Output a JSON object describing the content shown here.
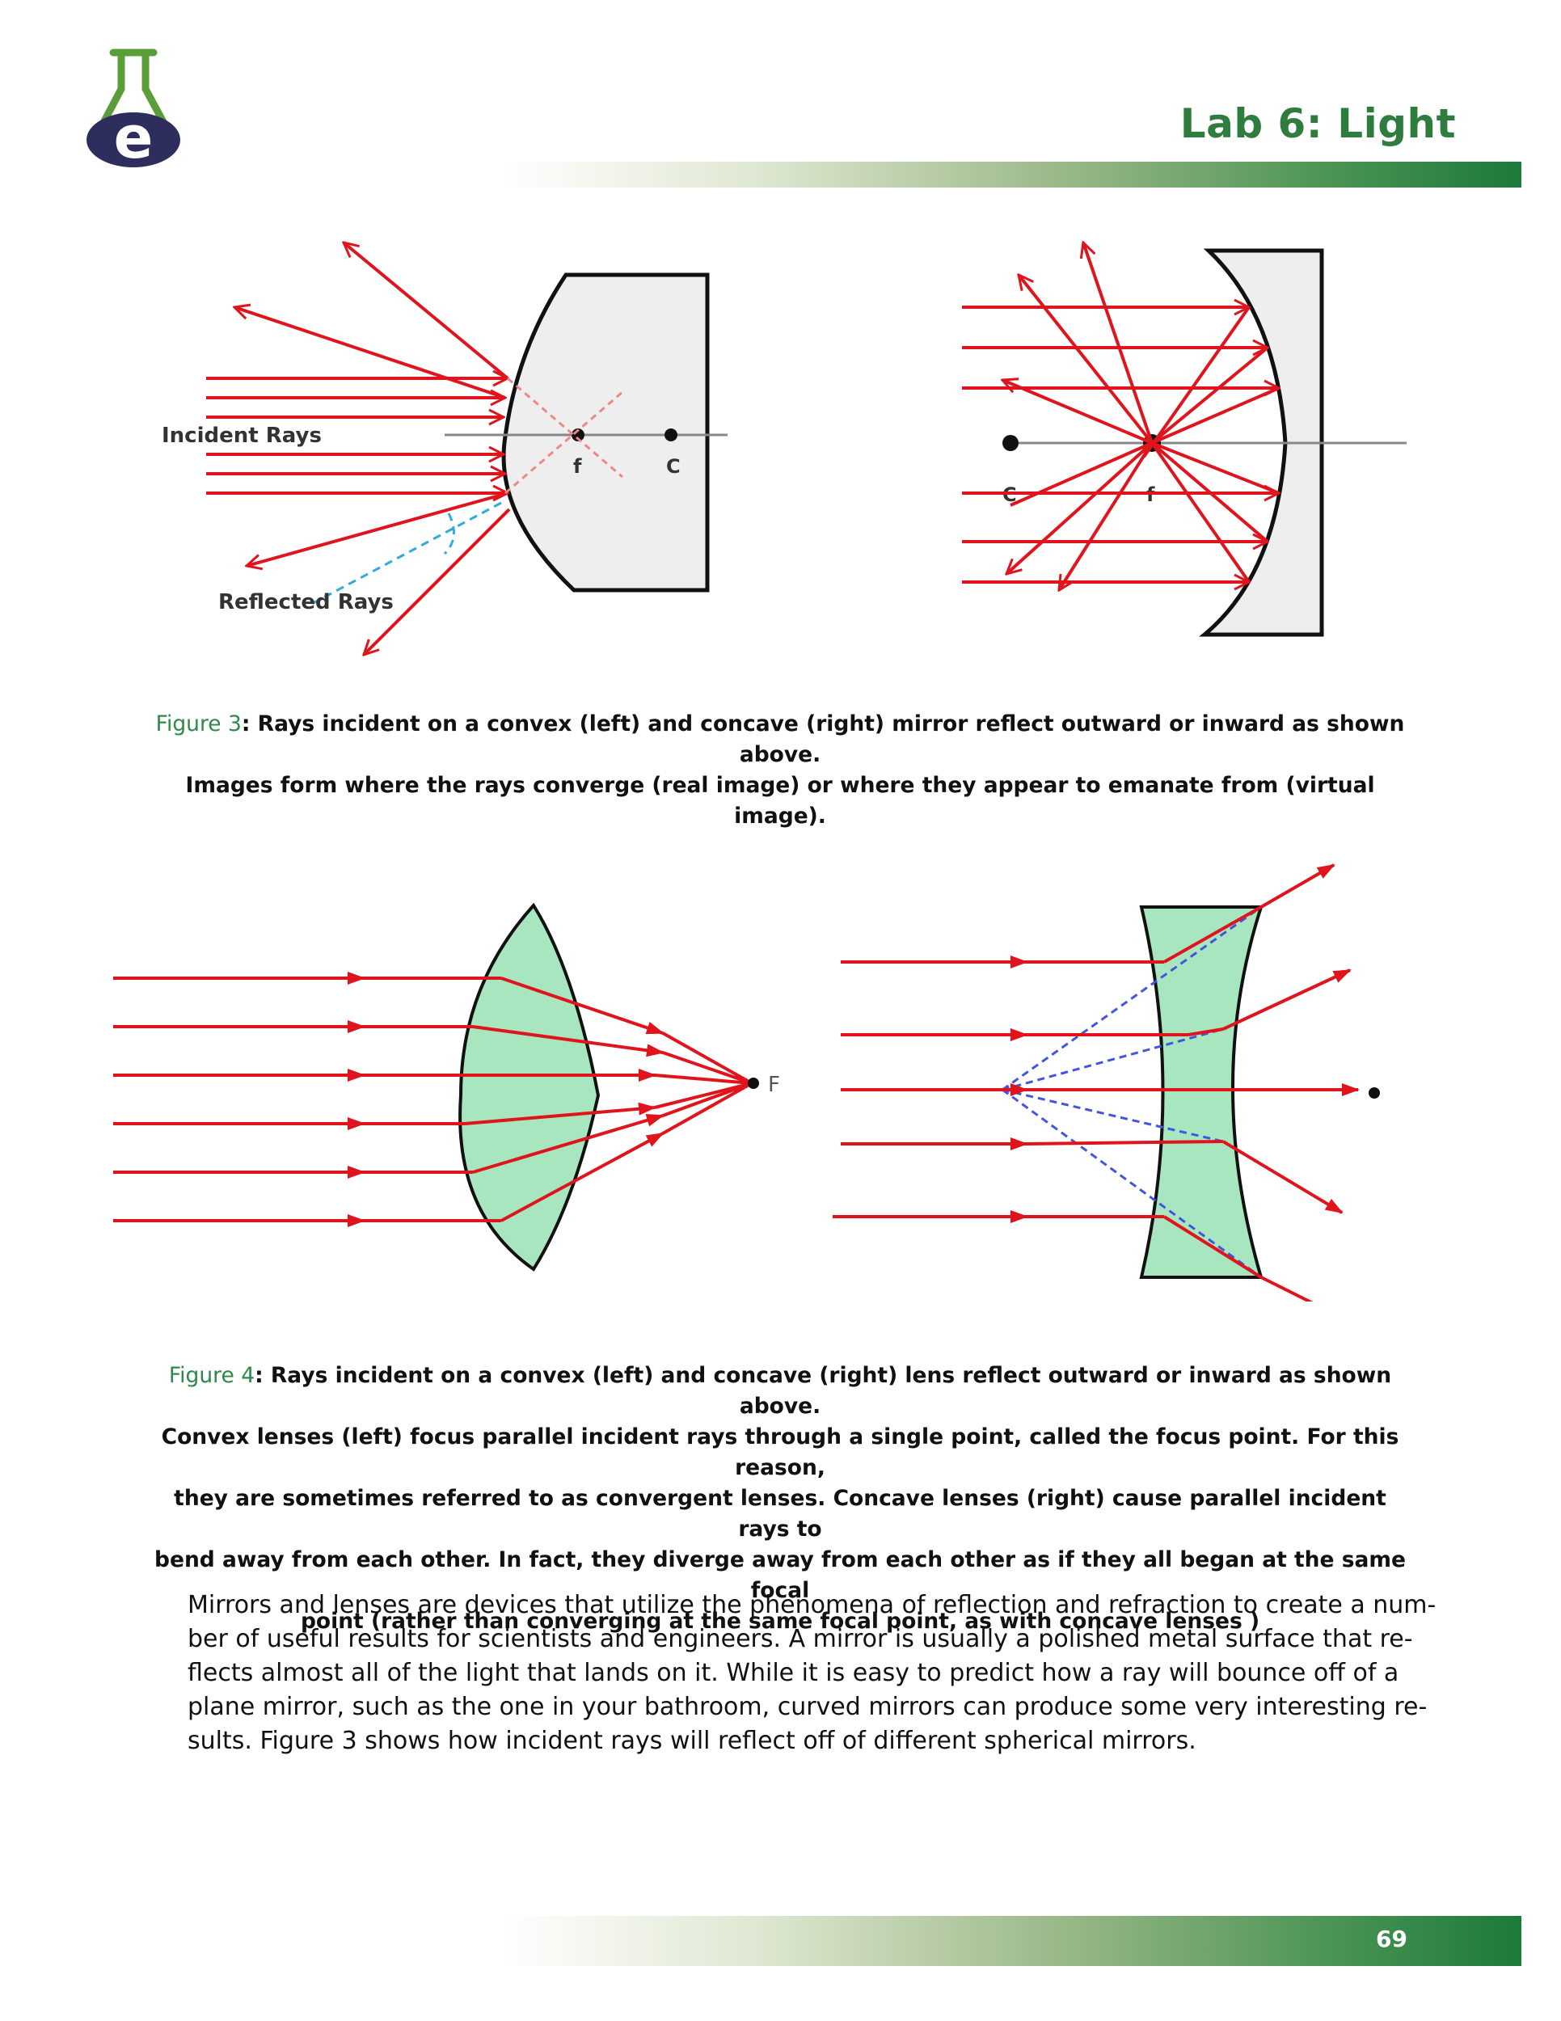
{
  "header": {
    "title": "Lab 6: Light",
    "logo_letter": "e"
  },
  "figure3": {
    "label": "Figure 3",
    "caption_lines": [
      ": Rays incident on a convex (left) and concave (right) mirror reflect outward or inward as shown above.",
      "Images form where the rays converge (real image) or where they appear to emanate from (virtual image)."
    ],
    "convex_mirror": {
      "incident_label": "Incident Rays",
      "reflected_label": "Reflected Rays",
      "focal_label": "f",
      "center_label": "C"
    },
    "concave_mirror": {
      "center_label": "C",
      "focal_label": "f"
    }
  },
  "figure4": {
    "label": "Figure 4",
    "caption_lines": [
      ": Rays incident on a convex (left) and concave (right) lens reflect outward or inward as shown above.",
      "Convex lenses (left) focus parallel incident rays through a single point, called the focus point. For this reason,",
      "they are sometimes referred to as convergent lenses. Concave lenses (right) cause parallel incident rays to",
      "bend away from each other. In fact, they diverge away from each other as if they all began at the same focal",
      "point (rather than converging at the same focal point, as with concave lenses )"
    ],
    "convex_lens": {
      "focal_label": "F"
    }
  },
  "body": {
    "lines": [
      "Mirrors and lenses are devices that utilize the phenomena of reflection and refraction to create a num-",
      "ber of useful results for scientists and engineers. A mirror is usually a polished metal surface that re-",
      "flects almost all of the light that lands on it. While it is easy to predict how a ray will bounce off of a",
      "plane mirror, such as the one in your bathroom, curved mirrors can produce some very interesting re-",
      "sults. Figure 3 shows how incident rays will reflect off of different spherical mirrors."
    ]
  },
  "footer": {
    "page_number": "69"
  },
  "colors": {
    "accent_green": "#2e7d3e",
    "ray_red": "#e0141c",
    "lens_fill": "#a8e6c0",
    "mirror_fill": "#eeeeee",
    "virtual_ray_blue": "#4455dd"
  }
}
